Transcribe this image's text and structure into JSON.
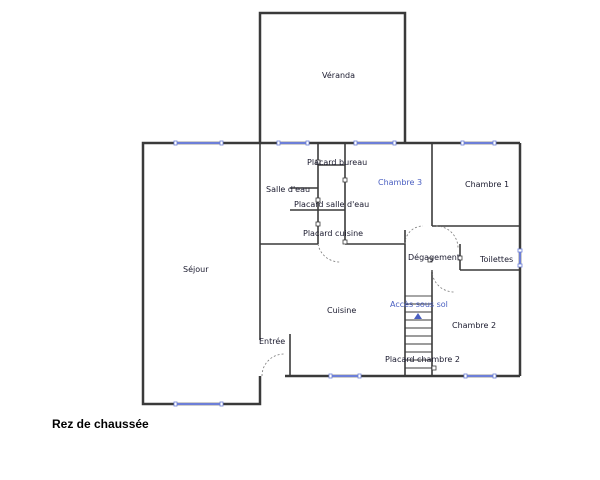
{
  "caption": "Rez de chaussée",
  "colors": {
    "wall": "#3a3a3a",
    "window": "#6d7fd8",
    "text": "#1a1a2e",
    "accent_text": "#4a5fc1"
  },
  "rooms": {
    "veranda": "Véranda",
    "sejour": "Séjour",
    "cuisine": "Cuisine",
    "entree": "Entrée",
    "chambre1": "Chambre 1",
    "chambre2": "Chambre 2",
    "chambre3": "Chambre 3",
    "degagement": "Dégagement",
    "toilettes": "Toilettes",
    "salle_eau": "Salle d'eau",
    "placard_bureau": "Placard bureau",
    "placard_salle_eau": "Placard salle d'eau",
    "placard_cuisine": "Placard cuisine",
    "acces_sous_sol": "Accès sous sol",
    "placard_chambre2": "Placard chambre 2"
  }
}
